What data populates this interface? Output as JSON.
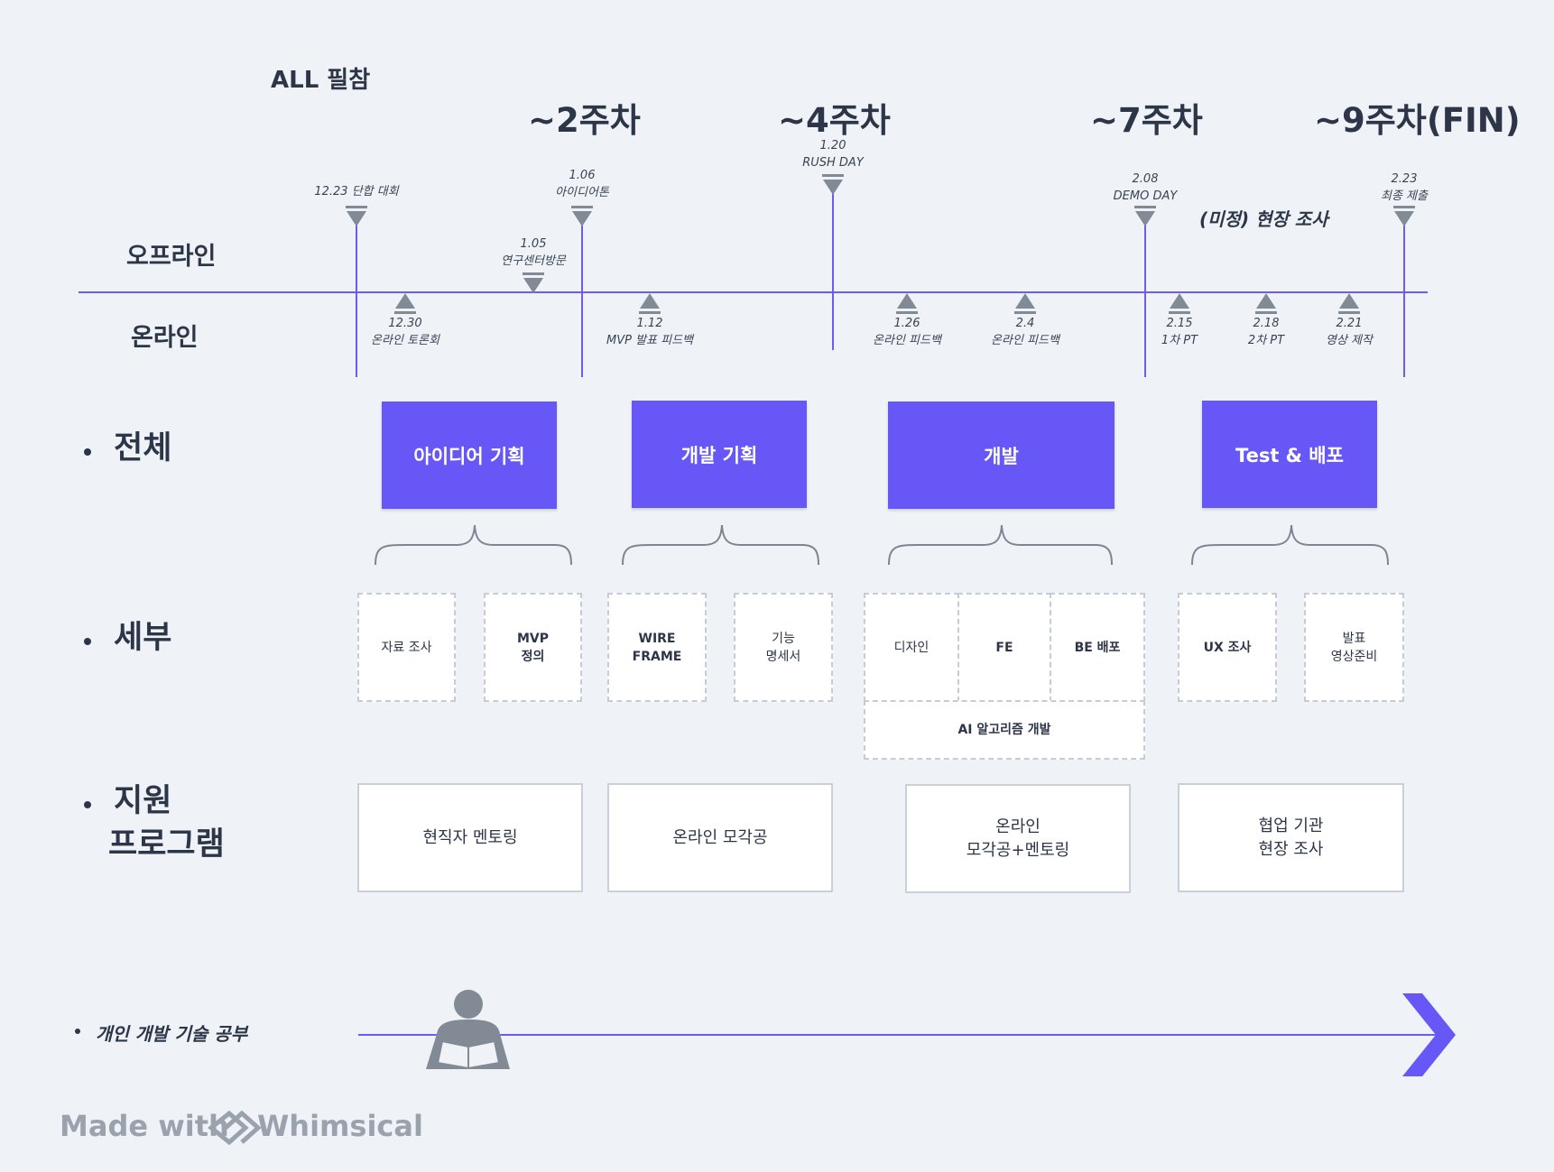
{
  "header": {
    "all_label": "ALL 필참",
    "weeks": [
      "~2주차",
      "~4주차",
      "~7주차",
      "~9주차(FIN)"
    ]
  },
  "rows": {
    "offline": "오프라인",
    "online": "온라인"
  },
  "offline_events": [
    {
      "date": "12.23",
      "label": "단합 대회",
      "inline": true
    },
    {
      "date": "1.05",
      "label": "연구센터방문"
    },
    {
      "date": "1.06",
      "label": "아이디어톤"
    },
    {
      "date": "1.20",
      "label": "RUSH DAY"
    },
    {
      "date": "2.08",
      "label": "DEMO DAY"
    },
    {
      "date": "2.23",
      "label": "최종 제출"
    }
  ],
  "tentative": "(미정) 현장 조사",
  "online_events": [
    {
      "date": "12.30",
      "label": "온라인 토론회"
    },
    {
      "date": "1.12",
      "label": "MVP 발표 피드백"
    },
    {
      "date": "1.26",
      "label": "온라인 피드백"
    },
    {
      "date": "2.4",
      "label": "온라인 피드백"
    },
    {
      "date": "2.15",
      "label": "1차 PT"
    },
    {
      "date": "2.18",
      "label": "2차 PT"
    },
    {
      "date": "2.21",
      "label": "영상 제작"
    }
  ],
  "sections": {
    "overall": "전체",
    "detail": "세부",
    "support_line1": "지원",
    "support_line2": "프로그램"
  },
  "phases": [
    "아이디어 기획",
    "개발 기획",
    "개발",
    "Test & 배포"
  ],
  "details": [
    "자료 조사",
    "MVP\n정의",
    "WIRE\nFRAME",
    "기능\n명세서",
    "디자인",
    "FE",
    "BE 배포",
    "AI 알고리즘 개발",
    "UX 조사",
    "발표\n영상준비"
  ],
  "support": [
    "현직자 멘토링",
    "온라인 모각공",
    "온라인\n모각공+멘토링",
    "협업 기관\n현장 조사"
  ],
  "footer": {
    "study": "개인 개발 기술 공부",
    "made_with": "Made with",
    "brand": "Whimsical"
  },
  "colors": {
    "accent": "#6757f7",
    "line": "#6a5df0",
    "marker": "#828a96",
    "background": "#eff3f7"
  },
  "icons": [
    "reading-person-icon",
    "arrow-right-icon",
    "whimsical-logo-icon"
  ]
}
